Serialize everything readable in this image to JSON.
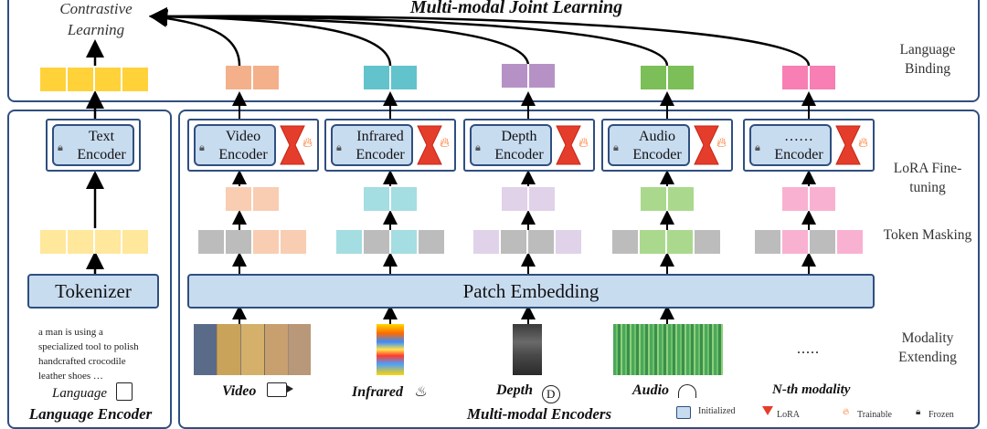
{
  "top": {
    "title": "Multi-modal Joint Learning",
    "contrastive": "Contrastive Learning"
  },
  "side_labels": {
    "language_binding": "Language Binding",
    "lora": "LoRA Fine-tuning",
    "token_masking": "Token Masking",
    "modality_extending": "Modality Extending"
  },
  "language_encoder": {
    "title": "Language Encoder",
    "encoder": "Text Encoder",
    "tokenizer": "Tokenizer",
    "caption": [
      "a man is using a",
      "specialized tool to polish",
      "handcrafted crocodile",
      "leather shoes …"
    ],
    "modality": "Language"
  },
  "multimodal": {
    "title": "Multi-modal Encoders",
    "patch_embedding": "Patch Embedding",
    "encoders": [
      "Video Encoder",
      "Infrared Encoder",
      "Depth Encoder",
      "Audio Encoder",
      "…… Encoder"
    ],
    "modalities": [
      "Video",
      "Infrared",
      "Depth",
      "Audio",
      "N-th modality"
    ],
    "nth_dots": "....."
  },
  "legend": {
    "initialized": "Initialized",
    "lora": "LoRA",
    "trainable": "Trainable",
    "frozen": "Frozen"
  },
  "colors": {
    "language": "#ffd23a",
    "video": "#f4b08a",
    "infrared": "#62c3cc",
    "depth": "#b691c6",
    "audio": "#7cbe58",
    "nth": "#f77fb4",
    "masked": "#bcbcbc",
    "border": "#2f4f7f",
    "lora": "#e53d2c"
  }
}
